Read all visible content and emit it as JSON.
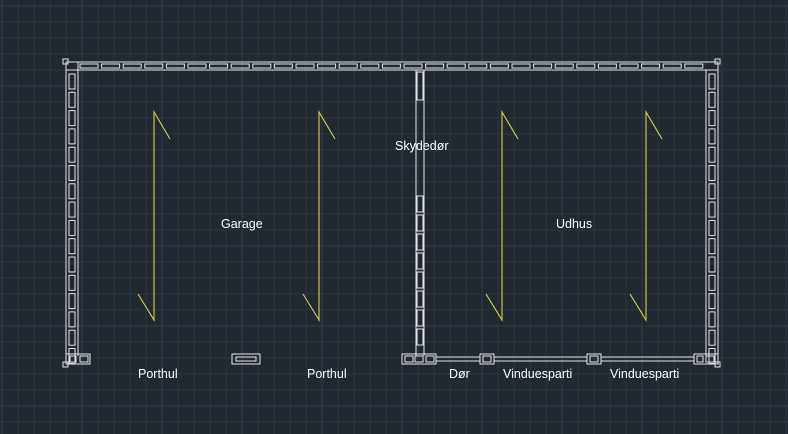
{
  "drawing": {
    "background_color": "#212830",
    "grid_color": "#2c3440",
    "grid_major_color": "#343d4a",
    "wall_color": "#e6e6e6",
    "truss_color": "#d8cf4e",
    "label_color": "#ffffff"
  },
  "labels": {
    "garage": "Garage",
    "udhus": "Udhus",
    "skydedor": "Skydedør",
    "porthul_left": "Porthul",
    "porthul_right": "Porthul",
    "dor": "Dør",
    "vinduesparti_1": "Vinduesparti",
    "vinduesparti_2": "Vinduesparti"
  }
}
